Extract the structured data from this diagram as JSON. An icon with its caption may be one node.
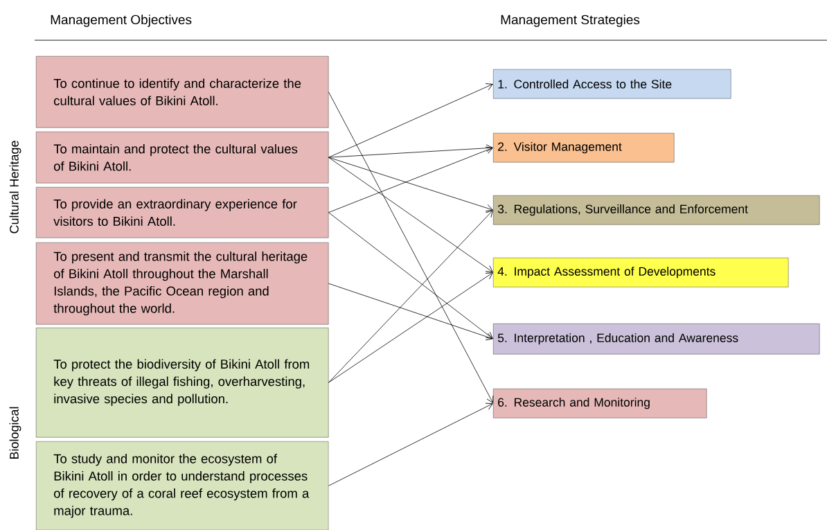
{
  "diagram": {
    "nodes": [
      {
        "text": [
          "To continue to identify and characterize the cultural values of Bikini Atoll."
        ]
      },
      {
        "text": [
          "To maintain and protect the cultural values of Bikini Atoll."
        ]
      },
      {
        "text": [
          "To provide an extraordinary experience for visitors to Bikini Atoll."
        ]
      },
      {
        "text": [
          "To present and transmit the cultural heritage of Bikini Atoll throughout the Marshall Islands, the Pacific Ocean region and throughout the world."
        ]
      },
      {
        "text": [
          "To protect the biodiversity of Bikini Atoll from key threats of illegal fishing, overharvesting, invasive species and pollution."
        ]
      },
      {
        "text": [
          "To study and monitor the ecosystem of Bikini Atoll in order to understand processes of recovery of a coral reef ecosystem from a major trauma."
        ]
      },
      {
        "text": [
          "1. Controlled Access to the Site"
        ]
      },
      {
        "text": [
          "2. Visitor Management"
        ]
      },
      {
        "text": [
          "3. Regulations, Surveillance and Enforcement"
        ]
      },
      {
        "text": [
          "4. Impact Assessment of Developments"
        ]
      },
      {
        "text": [
          "5. Interpretation , Education and Awareness"
        ]
      },
      {
        "text": [
          "6. Research and Monitoring"
        ]
      }
    ],
    "edges": [
      {
        "from": 0,
        "to": 11,
        "arrow": "to"
      },
      {
        "from": 1,
        "to": 6,
        "arrow": "to"
      },
      {
        "from": 1,
        "to": 7,
        "arrow": "to"
      },
      {
        "from": 1,
        "to": 8,
        "arrow": "to"
      },
      {
        "from": 1,
        "to": 9,
        "arrow": "to"
      },
      {
        "from": 2,
        "to": 7,
        "arrow": "to"
      },
      {
        "from": 2,
        "to": 10,
        "arrow": "to"
      },
      {
        "from": 3,
        "to": 10,
        "arrow": "to"
      },
      {
        "from": 4,
        "to": 8,
        "arrow": "to"
      },
      {
        "from": 4,
        "to": 9,
        "arrow": "to"
      },
      {
        "from": 5,
        "to": 11,
        "arrow": "to"
      }
    ],
    "labels": [
      "Management Objectives",
      "Management Strategies",
      "Cultural Heritage",
      "Biological"
    ]
  }
}
